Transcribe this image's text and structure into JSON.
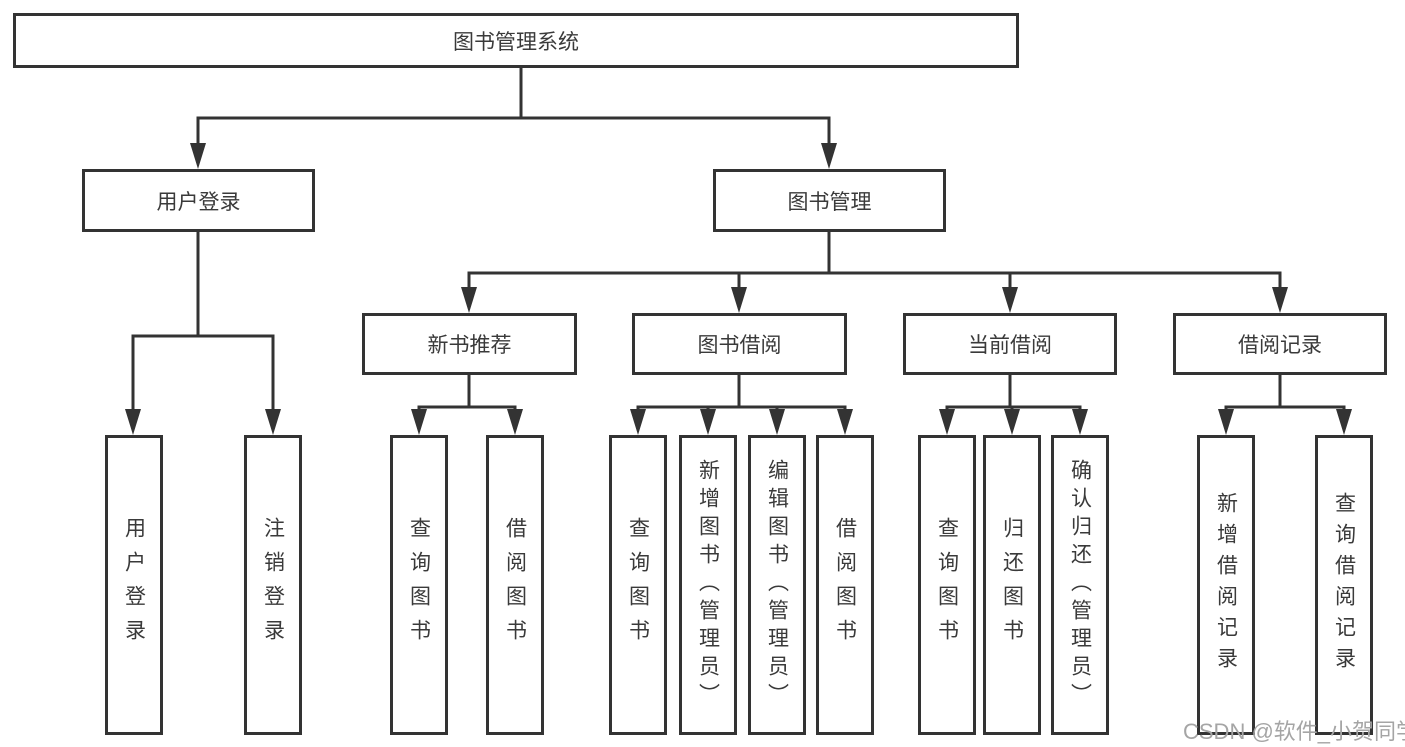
{
  "tree": {
    "root": {
      "label": "图书管理系统"
    },
    "branches": [
      {
        "label": "用户登录",
        "leaves": [
          "用户登录",
          "注销登录"
        ]
      },
      {
        "label": "图书管理",
        "groups": [
          {
            "label": "新书推荐",
            "leaves": [
              "查询图书",
              "借阅图书"
            ]
          },
          {
            "label": "图书借阅",
            "leaves": [
              "查询图书",
              "新增图书（管理员）",
              "编辑图书（管理员）",
              "借阅图书"
            ]
          },
          {
            "label": "当前借阅",
            "leaves": [
              "查询图书",
              "归还图书",
              "确认归还（管理员）"
            ]
          },
          {
            "label": "借阅记录",
            "leaves": [
              "新增借阅记录",
              "查询借阅记录"
            ]
          }
        ]
      }
    ]
  },
  "watermark": "CSDN @软件_小贺同学",
  "colors": {
    "line": "#333333",
    "box_border": "#333333",
    "text": "#3a3a3a",
    "watermark": "#a5a5a5",
    "background": "#ffffff"
  }
}
